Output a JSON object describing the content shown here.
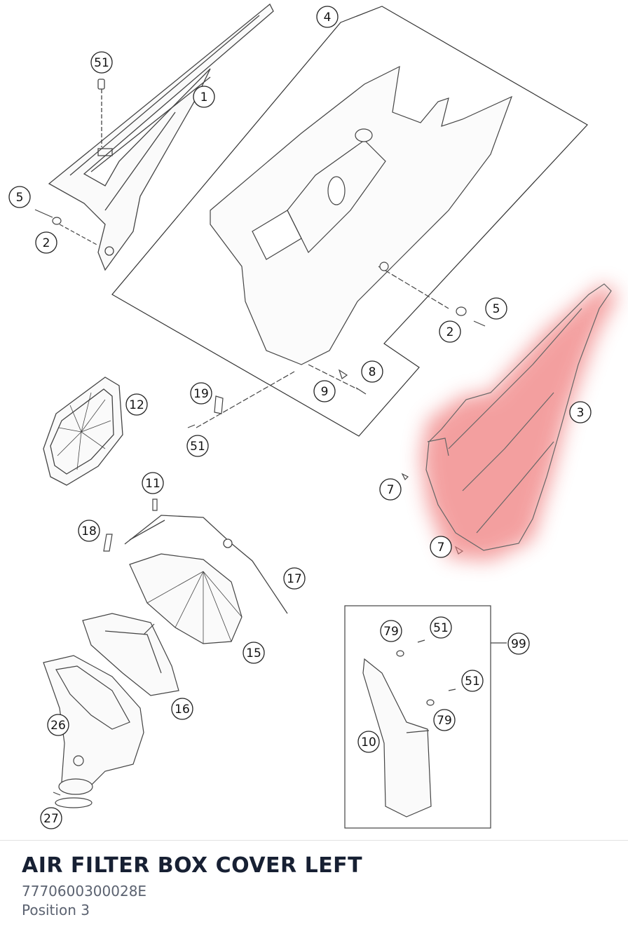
{
  "part": {
    "name": "AIR FILTER BOX COVER LEFT",
    "number": "7770600300028E",
    "position": "Position 3"
  },
  "highlight_color": "#f08080",
  "callouts": {
    "c4": "4",
    "c51a": "51",
    "c1": "1",
    "c5a": "5",
    "c2a": "2",
    "c5b": "5",
    "c2b": "2",
    "c8": "8",
    "c9": "9",
    "c19": "19",
    "c51b": "51",
    "c12": "12",
    "c3": "3",
    "c7a": "7",
    "c7b": "7",
    "c11": "11",
    "c18": "18",
    "c17": "17",
    "c15": "15",
    "c16": "16",
    "c26": "26",
    "c27": "27",
    "c79a": "79",
    "c51c": "51",
    "c99": "99",
    "c51d": "51",
    "c79b": "79",
    "c10": "10"
  }
}
